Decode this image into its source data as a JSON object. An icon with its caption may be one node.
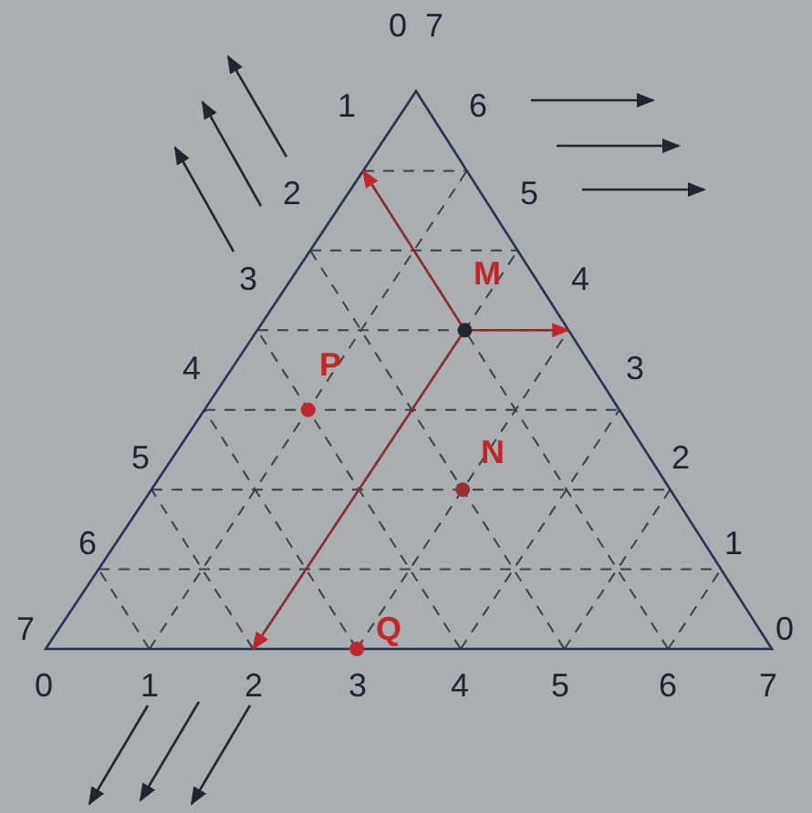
{
  "diagram": {
    "labels": [
      "0",
      "7",
      "1",
      "6",
      "2",
      "5",
      "3",
      "M",
      "4",
      "4",
      "P",
      "3",
      "5",
      "N",
      "2",
      "6",
      "1",
      "7",
      "Q",
      "0",
      "0",
      "1",
      "2",
      "3",
      "4",
      "5",
      "6",
      "7"
    ]
  }
}
